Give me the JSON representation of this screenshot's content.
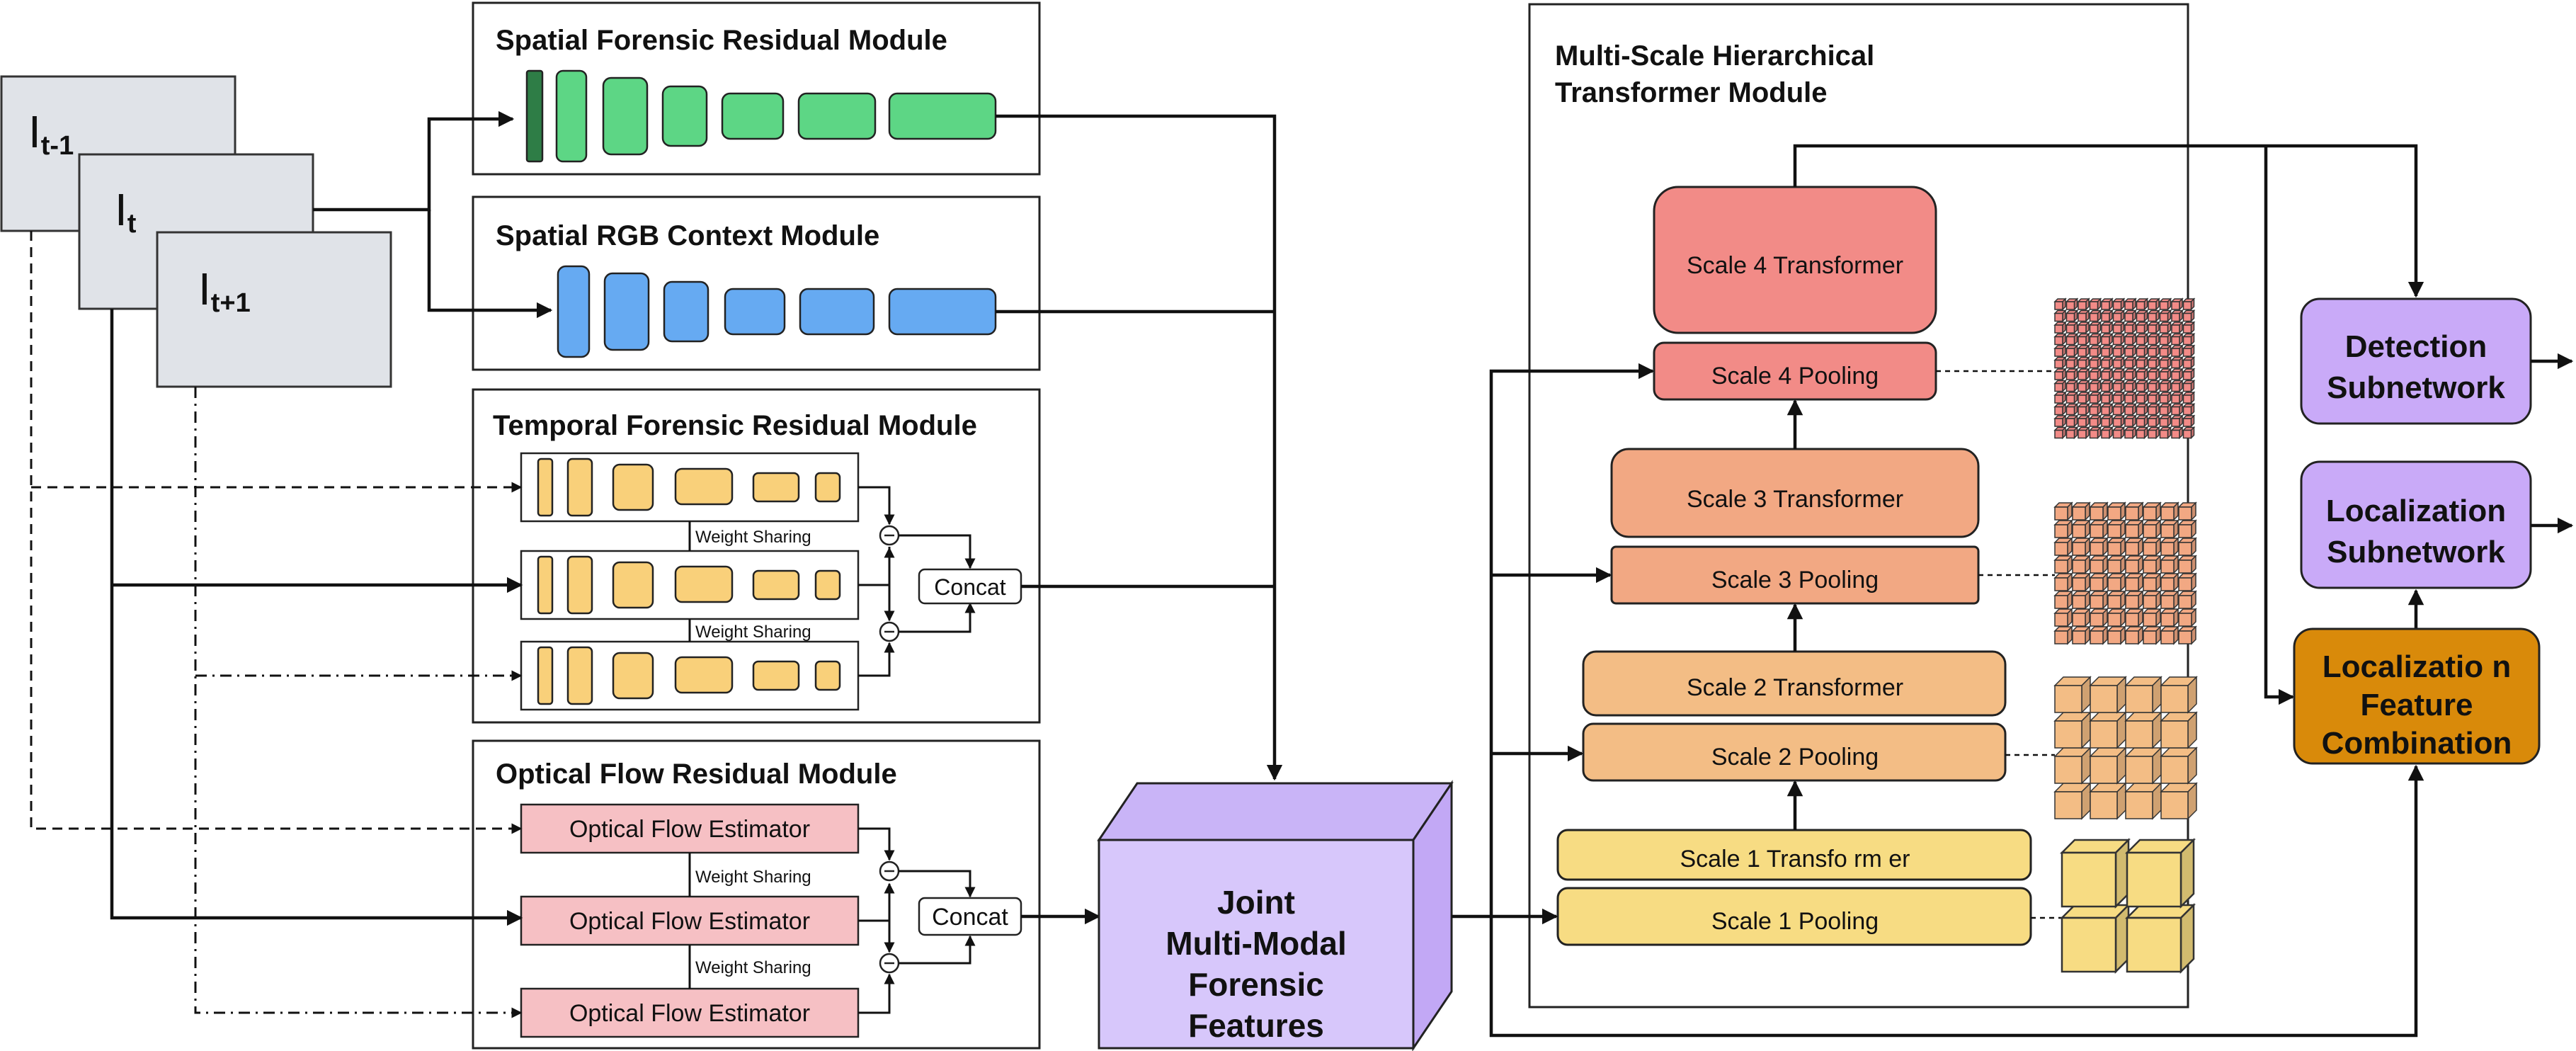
{
  "frames": {
    "prev": {
      "base": "I",
      "sub": "t-1"
    },
    "curr": {
      "base": "I",
      "sub": "t"
    },
    "next": {
      "base": "I",
      "sub": "t+1"
    }
  },
  "modules": {
    "spatial_forensic": "Spatial Forensic Residual Module",
    "spatial_rgb": "Spatial RGB Context Module",
    "temporal_forensic": "Temporal Forensic Residual Module",
    "optical_flow": "Optical Flow Residual Module",
    "multiscale_line1": "Multi-Scale Hierarchical",
    "multiscale_line2": "Transformer Module"
  },
  "labels": {
    "weight_sharing": "Weight Sharing",
    "concat": "Concat",
    "flow_estimator": "Optical Flow Estimator"
  },
  "joint": [
    "Joint",
    "Multi-Modal",
    "Forensic",
    "Features"
  ],
  "scales": {
    "s4_transformer": "Scale 4 Transformer",
    "s4_pooling": "Scale 4 Pooling",
    "s3_transformer": "Scale 3 Transformer",
    "s3_pooling": "Scale 3 Pooling",
    "s2_transformer": "Scale 2 Transformer",
    "s2_pooling": "Scale 2 Pooling",
    "s1_transformer": "Scale 1 Transfo rm er",
    "s1_pooling": "Scale 1 Pooling"
  },
  "outputs": {
    "detection": [
      "Detection",
      "Subnetwork"
    ],
    "localization": [
      "Localization",
      "Subnetwork"
    ],
    "feature_combo": [
      "Localizatio n",
      "Feature",
      "Combination"
    ]
  },
  "colors": {
    "frame": "#e0e3e8",
    "green": "#5dd685",
    "green_dark": "#2e7d46",
    "blue": "#66aaf2",
    "yellow": "#f9d07a",
    "pink": "#f6c0c4",
    "purple": "#d7c7fb",
    "purple_box": "#c9aaf8",
    "orange": "#d98a0a",
    "s1": "#f7dc83",
    "s2": "#f3bd85",
    "s3": "#f2a883",
    "s4": "#f28b87"
  }
}
